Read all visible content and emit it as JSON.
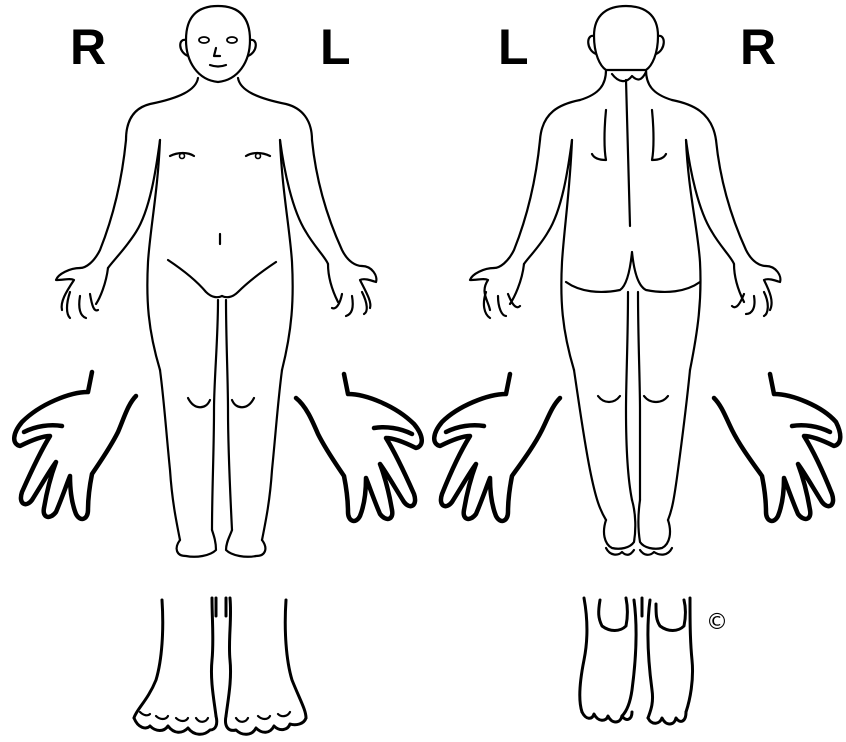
{
  "labels": {
    "front_right": "R",
    "front_left": "L",
    "back_left": "L",
    "back_right": "R"
  },
  "copyright_symbol": "©",
  "colors": {
    "ink": "#000000",
    "background": "#ffffff"
  }
}
